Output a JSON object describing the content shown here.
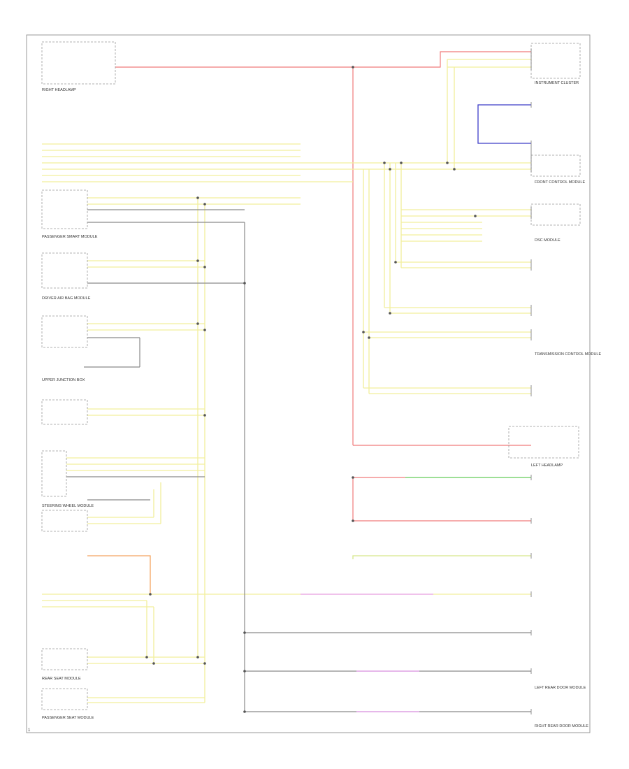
{
  "diagram": {
    "colors": {
      "red": "#f07a7a",
      "yellow": "#f2ef9c",
      "blue": "#3c3cc8",
      "green": "#7fe07f",
      "pink": "#e8a0ee",
      "orange": "#f4a460",
      "gray": "#8a8a8a",
      "dark": "#555555"
    },
    "components": {
      "right_headlamp": "RIGHT HEADLAMP",
      "passenger_smart_module": "PASSENGER SMART MODULE",
      "airbag_module": "DRIVER AIR BAG MODULE",
      "upper_junction_box": "UPPER JUNCTION BOX",
      "left_headlamp": "LEFT HEADLAMP",
      "steering_wheel_module": "STEERING WHEEL MODULE",
      "instrument_cluster": "INSTRUMENT CLUSTER",
      "front_control_module": "FRONT CONTROL MODULE",
      "rear_seat_module": "REAR SEAT MODULE",
      "dsc_module": "DSC MODULE",
      "transmission_module": "TRANSMISSION CONTROL MODULE",
      "left_rear_door_module": "LEFT REAR DOOR MODULE",
      "right_rear_door_module": "RIGHT REAR DOOR MODULE",
      "passenger_seat_module": "PASSENGER SEAT MODULE"
    },
    "page_number": "1"
  }
}
